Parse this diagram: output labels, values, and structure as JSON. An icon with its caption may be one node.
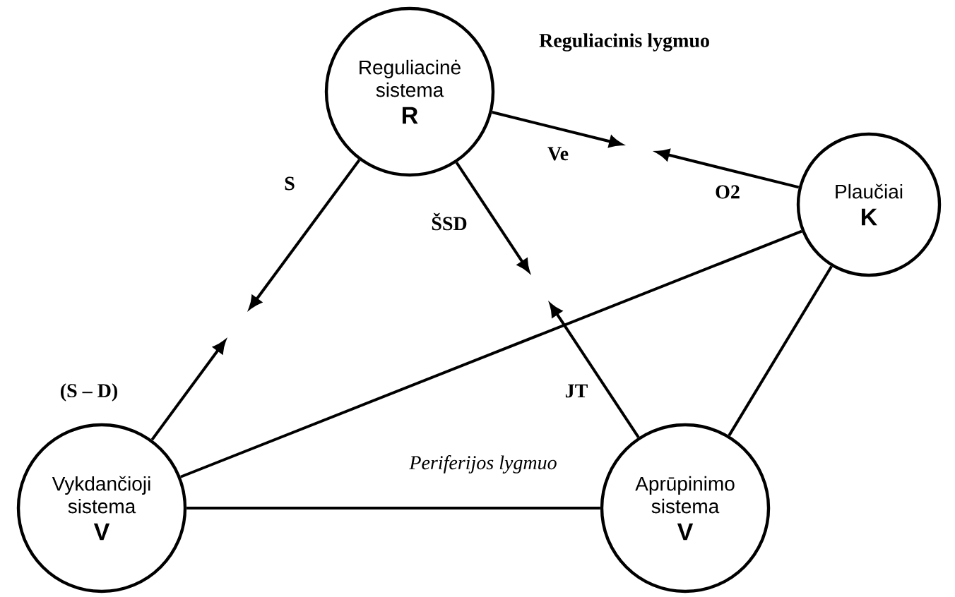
{
  "diagram": {
    "nodes": [
      {
        "text": [
          "Reguliacinė sistema",
          "R"
        ]
      },
      {
        "text": [
          "Plaučiai",
          "K"
        ]
      },
      {
        "text": [
          "Vykdančioji sistema",
          "V"
        ]
      },
      {
        "text": [
          "Aprūpinimo sistema",
          "V"
        ]
      }
    ],
    "edges": [
      {
        "from": 0,
        "to": null,
        "arrow": "to",
        "label": "Ve"
      },
      {
        "from": 1,
        "to": null,
        "arrow": "to",
        "label": "O2"
      },
      {
        "from": 0,
        "to": null,
        "arrow": "to",
        "label": "S"
      },
      {
        "from": 2,
        "to": null,
        "arrow": "to",
        "label": "(S – D)"
      },
      {
        "from": 0,
        "to": null,
        "arrow": "to",
        "label": "ŠSD"
      },
      {
        "from": 3,
        "to": null,
        "arrow": "to",
        "label": "JT"
      },
      {
        "from": 1,
        "to": 2,
        "arrow": "none"
      },
      {
        "from": 1,
        "to": 3,
        "arrow": "none"
      },
      {
        "from": 2,
        "to": 3,
        "arrow": "none"
      }
    ],
    "labels": [
      "Reguliacinis lygmuo",
      "Periferijos lygmuo"
    ]
  }
}
